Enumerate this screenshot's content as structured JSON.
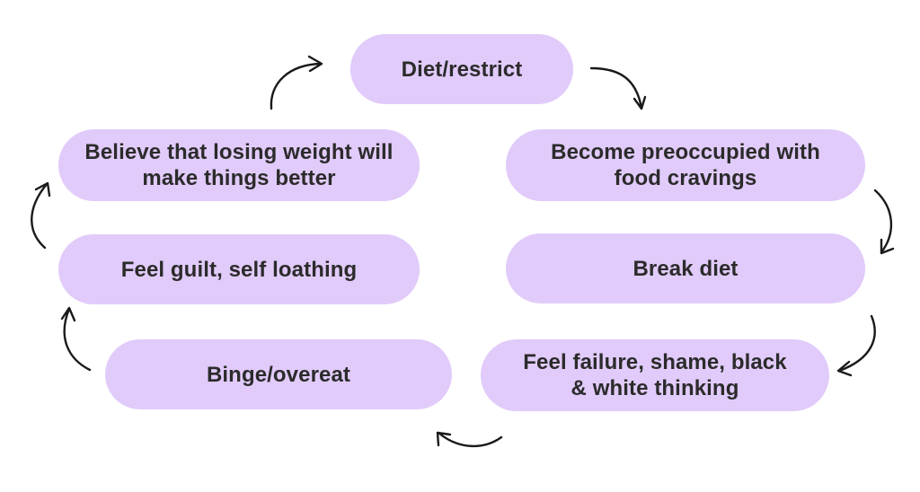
{
  "colors": {
    "node_fill": "#e1cbfa",
    "text": "#2b2b2b",
    "arrow": "#1a1a1a",
    "background": "#ffffff"
  },
  "cycle": {
    "nodes": [
      {
        "id": "diet-restrict",
        "text": "Diet/restrict"
      },
      {
        "id": "preoccupied",
        "text": "Become preoccupied with food cravings"
      },
      {
        "id": "break-diet",
        "text": "Break diet"
      },
      {
        "id": "failure-shame",
        "text": "Feel failure, shame, black & white thinking"
      },
      {
        "id": "binge",
        "text": "Binge/overeat"
      },
      {
        "id": "guilt",
        "text": "Feel guilt, self loathing"
      },
      {
        "id": "believe",
        "text": "Believe that losing weight will make things better"
      }
    ],
    "edges": [
      {
        "from": "diet-restrict",
        "to": "preoccupied"
      },
      {
        "from": "preoccupied",
        "to": "break-diet"
      },
      {
        "from": "break-diet",
        "to": "failure-shame"
      },
      {
        "from": "failure-shame",
        "to": "binge"
      },
      {
        "from": "binge",
        "to": "guilt"
      },
      {
        "from": "guilt",
        "to": "believe"
      },
      {
        "from": "believe",
        "to": "diet-restrict"
      }
    ]
  }
}
